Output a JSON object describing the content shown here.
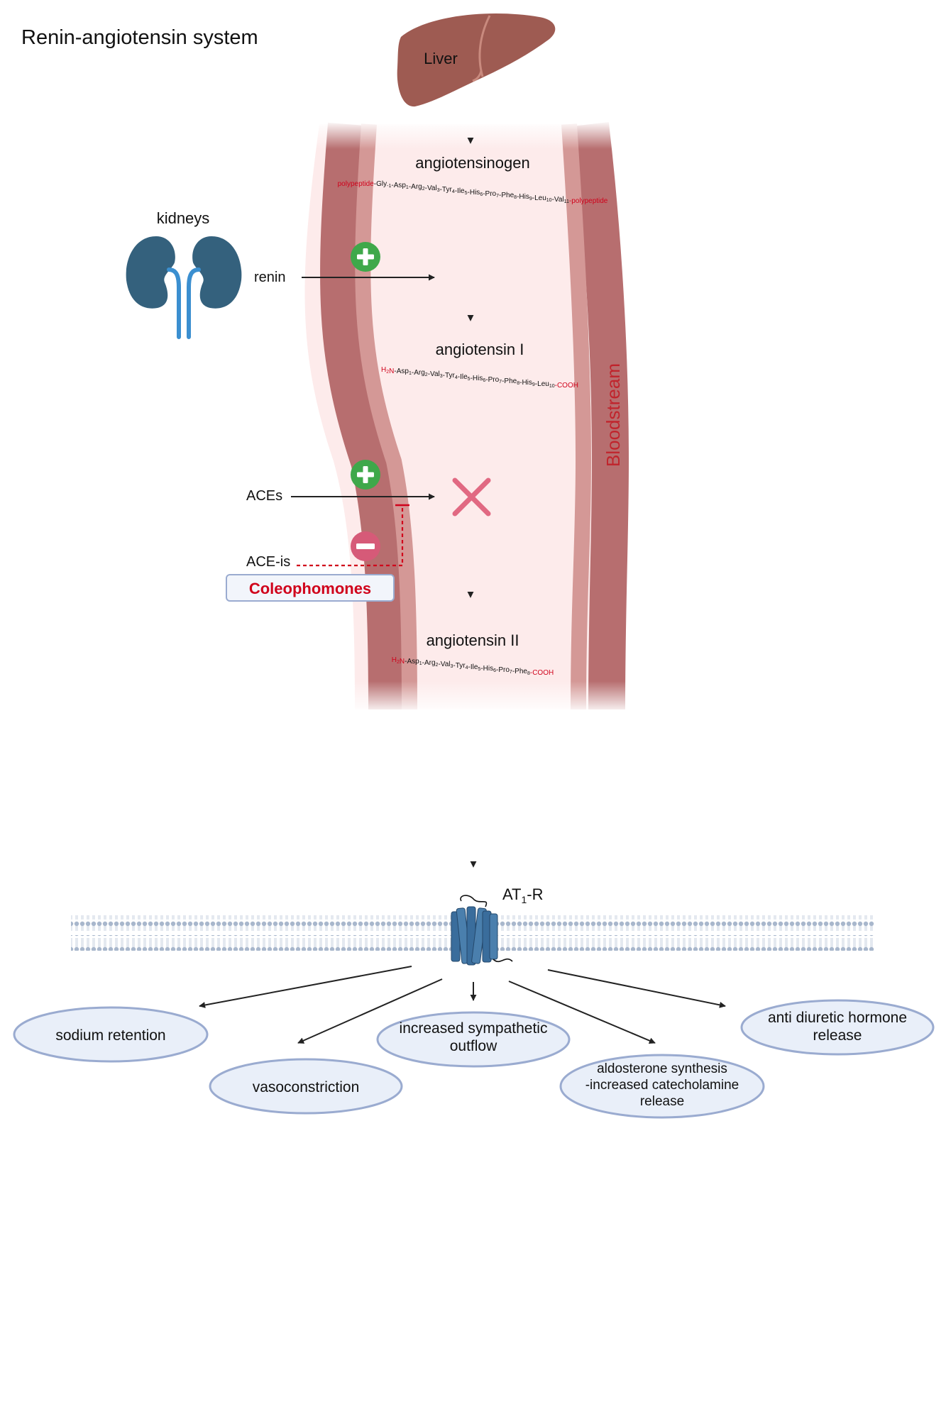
{
  "title": "Renin-angiotensin system",
  "organs": {
    "liver_label": "Liver",
    "kidneys_label": "kidneys"
  },
  "vessel_label": "Bloodstream",
  "angiotensinogen": {
    "label": "angiotensinogen",
    "sequence": [
      {
        "t": "polypeptide",
        "red": true
      },
      {
        "t": "-Gly",
        "sub": "-1"
      },
      {
        "t": "-Asp",
        "sub": "1"
      },
      {
        "t": "-Arg",
        "sub": "2"
      },
      {
        "t": "-Val",
        "sub": "3"
      },
      {
        "t": "-Tyr",
        "sub": "4"
      },
      {
        "t": "-Ile",
        "sub": "5"
      },
      {
        "t": "-His",
        "sub": "6"
      },
      {
        "t": "-Pro",
        "sub": "7"
      },
      {
        "t": "-Phe",
        "sub": "8"
      },
      {
        "t": "-His",
        "sub": "9"
      },
      {
        "t": "-Leu",
        "sub": "10"
      },
      {
        "t": "-Val",
        "sub": "11"
      },
      {
        "t": "-polypeptide",
        "red": true
      }
    ]
  },
  "angiotensin1": {
    "label": "angiotensin I",
    "sequence": [
      {
        "t": "H",
        "red": true
      },
      {
        "t": "",
        "sub": "2",
        "red": true
      },
      {
        "t": "N",
        "red": true
      },
      {
        "t": "-Asp",
        "sub": "1"
      },
      {
        "t": "-Arg",
        "sub": "2"
      },
      {
        "t": "-Val",
        "sub": "3"
      },
      {
        "t": "-Tyr",
        "sub": "4"
      },
      {
        "t": "-Ile",
        "sub": "5"
      },
      {
        "t": "-His",
        "sub": "6"
      },
      {
        "t": "-Pro",
        "sub": "7"
      },
      {
        "t": "-Phe",
        "sub": "8"
      },
      {
        "t": "-His",
        "sub": "9"
      },
      {
        "t": "-Leu",
        "sub": "10"
      },
      {
        "t": "-COOH",
        "red": true
      }
    ]
  },
  "angiotensin2": {
    "label": "angiotensin II",
    "sequence": [
      {
        "t": "H",
        "red": true
      },
      {
        "t": "",
        "sub": "2",
        "red": true
      },
      {
        "t": "N",
        "red": true
      },
      {
        "t": "-Asp",
        "sub": "1"
      },
      {
        "t": "-Arg",
        "sub": "2"
      },
      {
        "t": "-Val",
        "sub": "3"
      },
      {
        "t": "-Tyr",
        "sub": "4"
      },
      {
        "t": "-Ile",
        "sub": "5"
      },
      {
        "t": "-His",
        "sub": "6"
      },
      {
        "t": "-Pro",
        "sub": "7"
      },
      {
        "t": "-Phe",
        "sub": "8"
      },
      {
        "t": "-COOH",
        "red": true
      }
    ]
  },
  "enzymes": {
    "renin": "renin",
    "aces": "ACEs",
    "ace_is": "ACE-is",
    "inhibitor_box": "Coleophomones"
  },
  "receptor": {
    "label_main": "AT",
    "label_sub": "1",
    "label_tail": "-R"
  },
  "effects": {
    "sodium": [
      "sodium retention"
    ],
    "vaso": [
      "vasoconstriction"
    ],
    "sympathetic": [
      "increased sympathetic",
      "outflow"
    ],
    "aldosterone": [
      "aldosterone synthesis",
      "-increased catecholamine",
      "release"
    ],
    "adh": [
      "anti diuretic hormone",
      "release"
    ]
  },
  "colors": {
    "vessel_outer": "#b76e6f",
    "vessel_inner": "#d49896",
    "lumen": "#fdebeb",
    "kidney": "#34617d",
    "ureter": "#3b8fd0",
    "plus": "#3fa84a",
    "minus": "#d65a78",
    "block_x": "#e16982",
    "inhibitor_text": "#d0021b",
    "ellipse_fill": "#e9eff9",
    "ellipse_stroke": "#9aabd0",
    "liver": "#9e5b52",
    "receptor": "#3a6d9c",
    "membrane": "#a8b7cc"
  }
}
